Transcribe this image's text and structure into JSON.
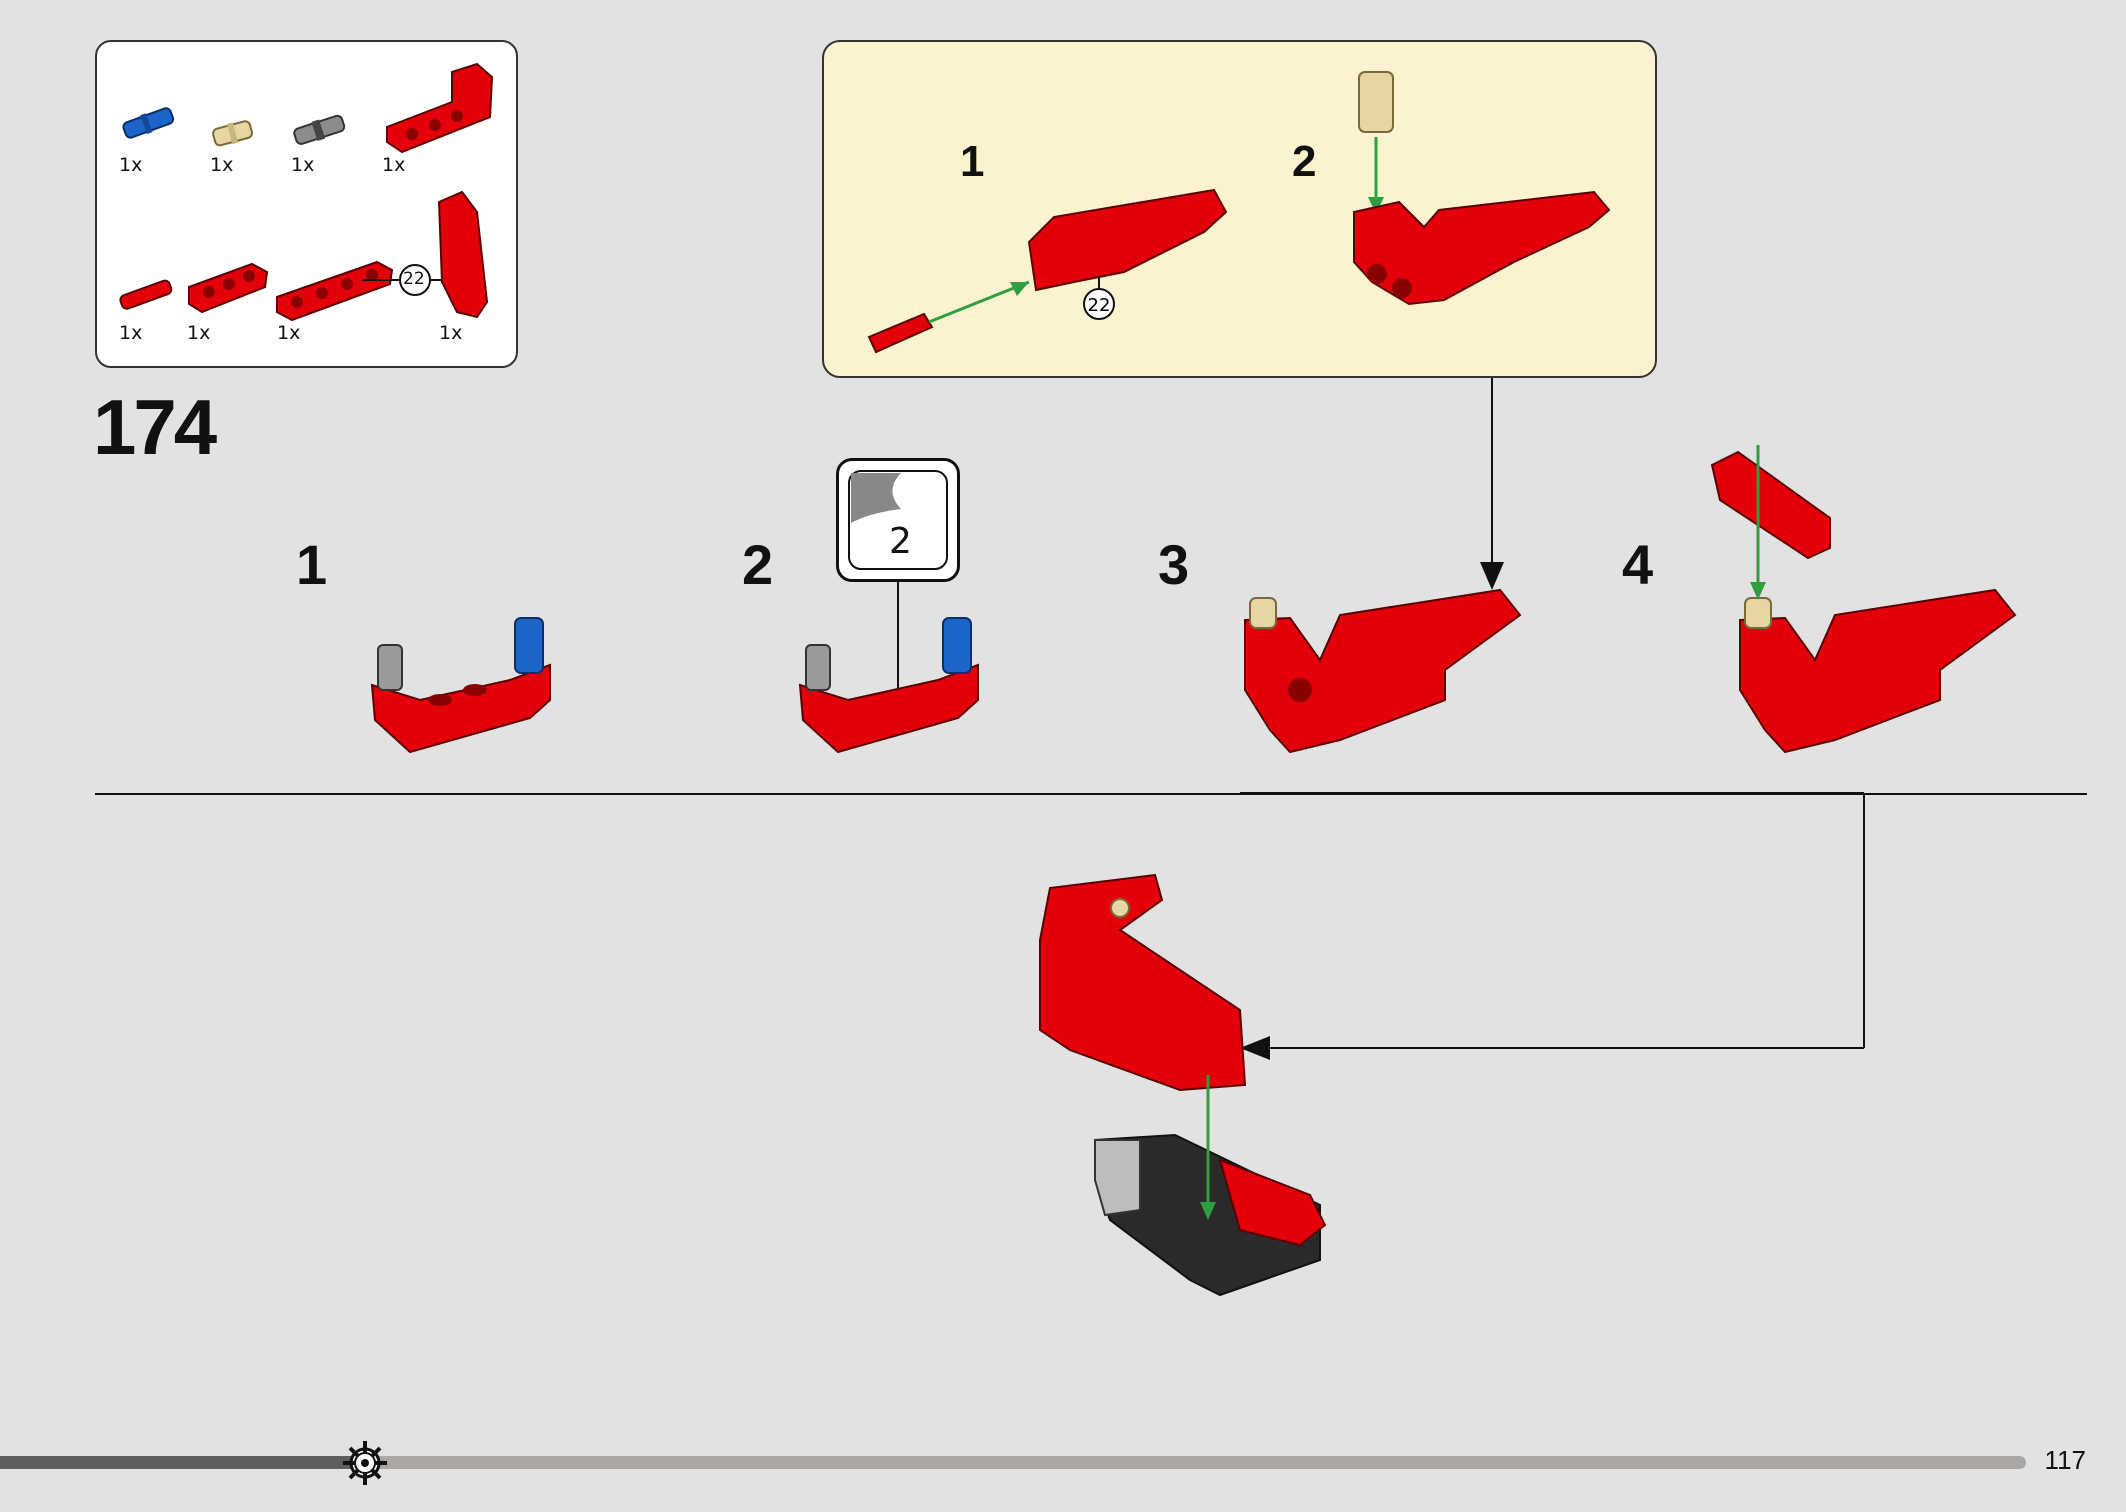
{
  "step": {
    "number": "174"
  },
  "parts_list": {
    "row1": [
      {
        "qty": "1x",
        "part": "blue-pin"
      },
      {
        "qty": "1x",
        "part": "tan-pin"
      },
      {
        "qty": "1x",
        "part": "grey-pin"
      },
      {
        "qty": "1x",
        "part": "red-angled-beam"
      }
    ],
    "row2": [
      {
        "qty": "1x",
        "part": "red-axle-pin"
      },
      {
        "qty": "1x",
        "part": "red-beam-3"
      },
      {
        "qty": "1x",
        "part": "red-beam-5"
      },
      {
        "qty": "1x",
        "part": "red-wing-panel"
      }
    ],
    "callout_badge": "22"
  },
  "submodel_callout": {
    "steps": [
      "1",
      "2"
    ],
    "badge": "22"
  },
  "substeps": [
    "1",
    "2",
    "3",
    "4"
  ],
  "sticker": {
    "number": "2"
  },
  "page_number": "117",
  "progress": {
    "fraction": 0.18
  },
  "colors": {
    "red": "#e3000b",
    "blue": "#1d64c8",
    "tan": "#e6d6a3",
    "green": "#2e9e3f",
    "yellow_panel": "#fbf3cf"
  }
}
